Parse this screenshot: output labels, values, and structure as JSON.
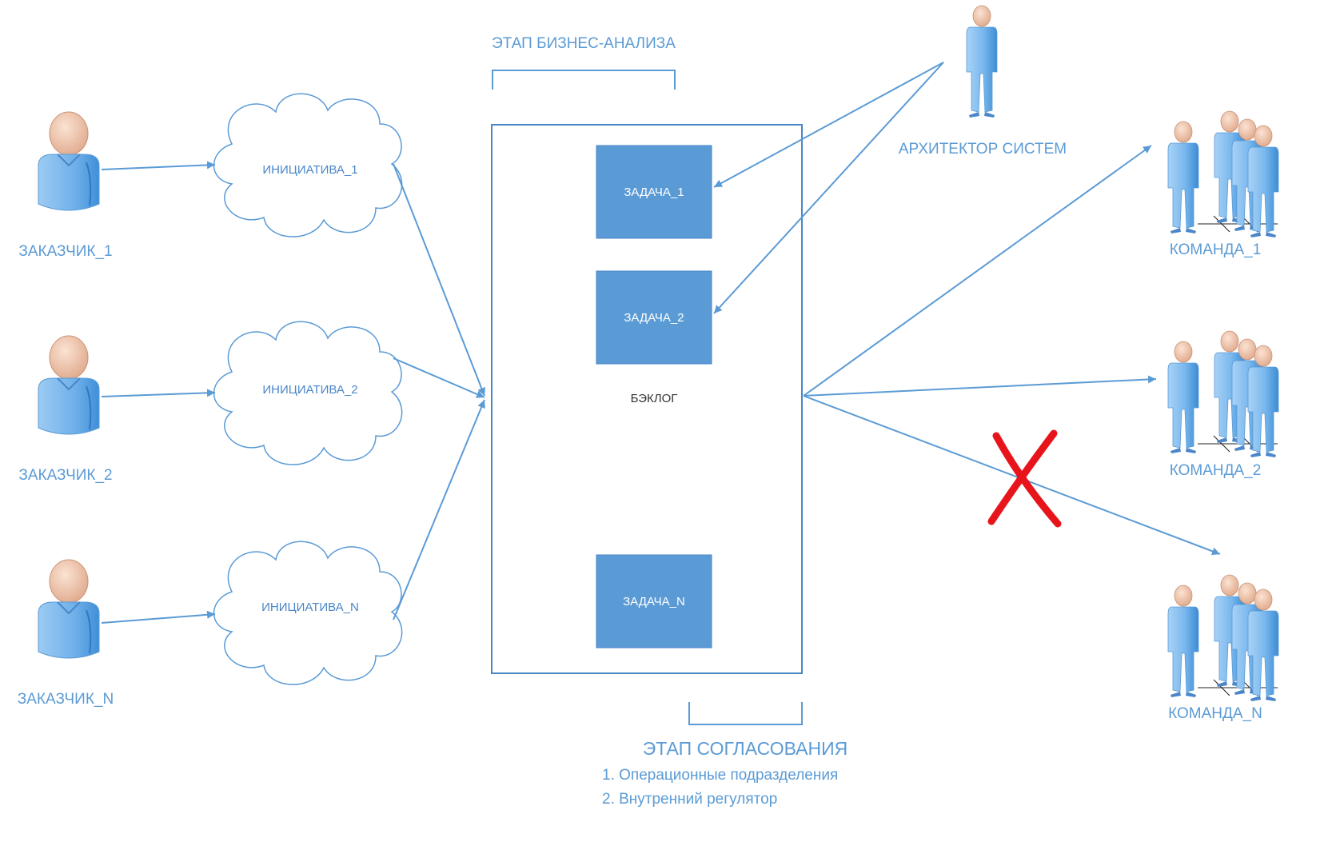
{
  "customers": [
    "ЗАКАЗЧИК_1",
    "ЗАКАЗЧИК_2",
    "ЗАКАЗЧИК_N"
  ],
  "initiatives": [
    "ИНИЦИАТИВА_1",
    "ИНИЦИАТИВА_2",
    "ИНИЦИАТИВА_N"
  ],
  "tasks": [
    "ЗАДАЧА_1",
    "ЗАДАЧА_2",
    "ЗАДАЧА_N"
  ],
  "backlog_label": "БЭКЛОГ",
  "business_stage_label": "ЭТАП БИЗНЕС-АНАЛИЗА",
  "approval_stage": {
    "title": "ЭТАП СОГЛАСОВАНИЯ",
    "items": [
      "1. Операционные подразделения",
      "2. Внутренний регулятор"
    ]
  },
  "architect_label": "АРХИТЕКТОР СИСТЕМ",
  "teams": [
    "КОМАНДА_1",
    "КОМАНДА_2",
    "КОМАНДА_N"
  ],
  "colors": {
    "accent": "#5b9bd5",
    "task_fill": "#5b9bd5",
    "reject_mark": "#e8141c"
  },
  "icons": {
    "customer": "person-icon",
    "initiative": "cloud-shape",
    "architect": "standing-person-icon",
    "team": "team-group-icon",
    "reject": "red-x-mark"
  }
}
